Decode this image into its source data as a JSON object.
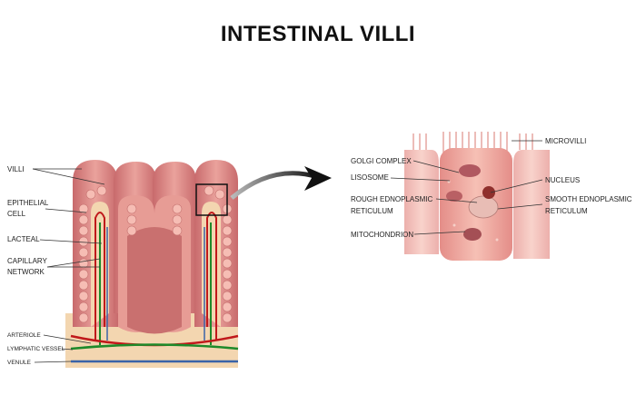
{
  "title": "INTESTINAL VILLI",
  "left_labels": {
    "villi": "VILLI",
    "epithelial_1": "EPITHELIAL",
    "epithelial_2": "CELL",
    "lacteal": "LACTEAL",
    "capillary_1": "CAPILLARY",
    "capillary_2": "NETWORK",
    "arteriole": "ARTERIOLE",
    "lymphatic": "LYMPHATIC VESSEL",
    "venule": "VENULE"
  },
  "right_labels": {
    "golgi": "GOLGI COMPLEX",
    "lisosome": "LISOSOME",
    "rough_1": "ROUGH EDNOPLASMIC",
    "rough_2": "RETICULUM",
    "mito": "MITOCHONDRION",
    "microvilli": "MICROVILLI",
    "nucleus": "NUCLEUS",
    "smooth_1": "SMOOTH EDNOPLASMIC",
    "smooth_2": "RETICULUM"
  },
  "colors": {
    "tissue": "#d9827f",
    "tissue_light": "#f0b5ad",
    "base": "#f3d6b0",
    "artery": "#c0191b",
    "capillary": "#1e8a2a",
    "vein": "#3a63a8"
  }
}
